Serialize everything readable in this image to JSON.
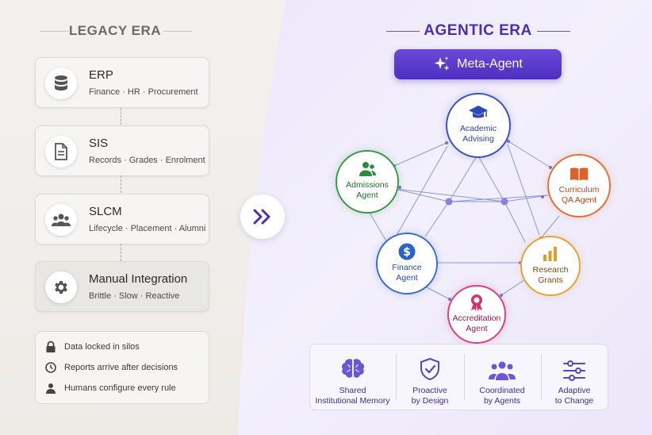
{
  "legacy": {
    "title": "LEGACY ERA",
    "systems": [
      {
        "name": "ERP",
        "sub": "Finance · HR · Procurement",
        "icon": "database-icon"
      },
      {
        "name": "SIS",
        "sub": "Records · Grades · Enrolment",
        "icon": "document-icon"
      },
      {
        "name": "SLCM",
        "sub": "Lifecycle · Placement · Alumni",
        "icon": "people-icon"
      },
      {
        "name": "Manual Integration",
        "sub": "Brittle · Slow · Reactive",
        "icon": "gear-icon"
      }
    ],
    "issues": [
      {
        "text": "Data locked in silos",
        "icon": "lock-icon"
      },
      {
        "text": "Reports arrive after decisions",
        "icon": "clock-icon"
      },
      {
        "text": "Humans configure every rule",
        "icon": "person-icon"
      }
    ]
  },
  "transition_icon": "double-chevron-right-icon",
  "agentic": {
    "title": "AGENTIC ERA",
    "meta_agent": {
      "label": "Meta-Agent",
      "icon": "sparkles-icon"
    },
    "agents": [
      {
        "key": "advising",
        "line1": "Academic",
        "line2": "Advising",
        "color": "#2f48b8",
        "icon": "graduation-cap-icon"
      },
      {
        "key": "admissions",
        "line1": "Admissions",
        "line2": "Agent",
        "color": "#2e8b3a",
        "icon": "people-icon"
      },
      {
        "key": "curriculum",
        "line1": "Curriculum",
        "line2": "QA Agent",
        "color": "#e0622a",
        "icon": "book-icon"
      },
      {
        "key": "finance",
        "line1": "Finance",
        "line2": "Agent",
        "color": "#2b63c6",
        "icon": "dollar-icon"
      },
      {
        "key": "research",
        "line1": "Research",
        "line2": "Grants",
        "color": "#e29a2a",
        "icon": "bar-chart-icon"
      },
      {
        "key": "accreditation",
        "line1": "Accreditation",
        "line2": "Agent",
        "color": "#d1336f",
        "icon": "award-ribbon-icon"
      }
    ],
    "capabilities": [
      {
        "line1": "Shared",
        "line2": "Institutional Memory",
        "icon": "brain-icon"
      },
      {
        "line1": "Proactive",
        "line2": "by Design",
        "icon": "shield-check-icon"
      },
      {
        "line1": "Coordinated",
        "line2": "by Agents",
        "icon": "group-icon"
      },
      {
        "line1": "Adaptive",
        "line2": "to Change",
        "icon": "sliders-icon"
      }
    ]
  },
  "colors": {
    "accent": "#4b2fb3",
    "legacy_text": "#6b6a68",
    "network_line": "#5f6fd0"
  }
}
